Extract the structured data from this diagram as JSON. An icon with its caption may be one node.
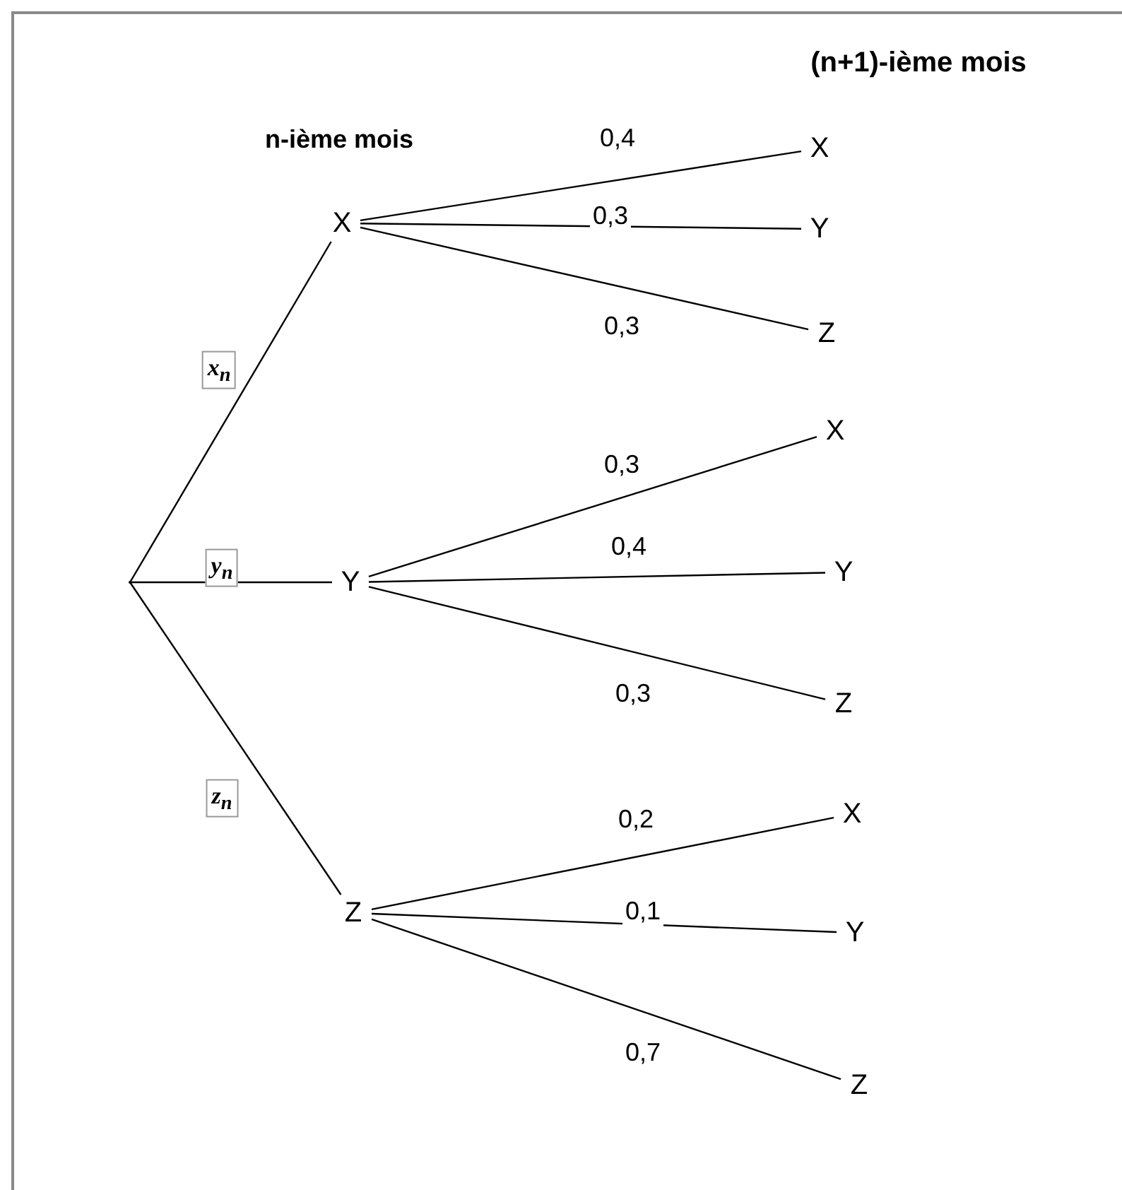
{
  "diagram": {
    "nodes": [
      {
        "text": [],
        "shape": "point"
      },
      {
        "text": [
          "X"
        ]
      },
      {
        "text": [
          "Y"
        ]
      },
      {
        "text": [
          "Z"
        ]
      },
      {
        "text": [
          "X"
        ]
      },
      {
        "text": [
          "Y"
        ]
      },
      {
        "text": [
          "Z"
        ]
      },
      {
        "text": [
          "X"
        ]
      },
      {
        "text": [
          "Y"
        ]
      },
      {
        "text": [
          "Z"
        ]
      },
      {
        "text": [
          "X"
        ]
      },
      {
        "text": [
          "Y"
        ]
      },
      {
        "text": [
          "Z"
        ]
      }
    ],
    "edges": [
      {
        "from": 0,
        "to": 1,
        "arrow": "none",
        "label": "x$_{n}$"
      },
      {
        "from": 0,
        "to": 2,
        "arrow": "none",
        "label": "y$_{n}$"
      },
      {
        "from": 0,
        "to": 3,
        "arrow": "none",
        "label": "z$_{n}$"
      },
      {
        "from": 1,
        "to": 4,
        "arrow": "none",
        "label": "0,4"
      },
      {
        "from": 1,
        "to": 5,
        "arrow": "none",
        "label": "0,3"
      },
      {
        "from": 1,
        "to": 6,
        "arrow": "none",
        "label": "0,3"
      },
      {
        "from": 2,
        "to": 7,
        "arrow": "none",
        "label": "0,3"
      },
      {
        "from": 2,
        "to": 8,
        "arrow": "none",
        "label": "0,4"
      },
      {
        "from": 2,
        "to": 9,
        "arrow": "none",
        "label": "0,3"
      },
      {
        "from": 3,
        "to": 10,
        "arrow": "none",
        "label": "0,2"
      },
      {
        "from": 3,
        "to": 11,
        "arrow": "none",
        "label": "0,1"
      },
      {
        "from": 3,
        "to": 12,
        "arrow": "none",
        "label": "0,7"
      }
    ],
    "labels": [
      "(n+1)-ième mois",
      "n-ième mois"
    ]
  }
}
